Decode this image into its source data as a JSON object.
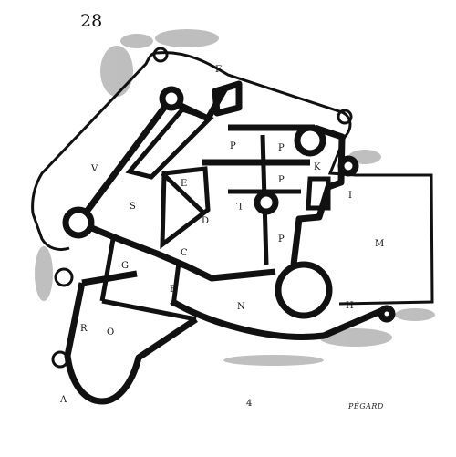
{
  "page_number": "28",
  "signature": "PÉGARD",
  "labels": {
    "F": "F",
    "P1": "P",
    "P2": "P",
    "P3": "P",
    "P4": "P",
    "K": "K",
    "V": "V",
    "E": "E",
    "L": "L",
    "I": "I",
    "S": "S",
    "D": "D",
    "M": "M",
    "G": "G",
    "C": "C",
    "B": "B",
    "N": "N",
    "H": "H",
    "R": "R",
    "O": "O",
    "A": "A",
    "four": "4"
  },
  "colors": {
    "ink": "#111111",
    "paper": "#ffffff",
    "shade": "#555555"
  }
}
